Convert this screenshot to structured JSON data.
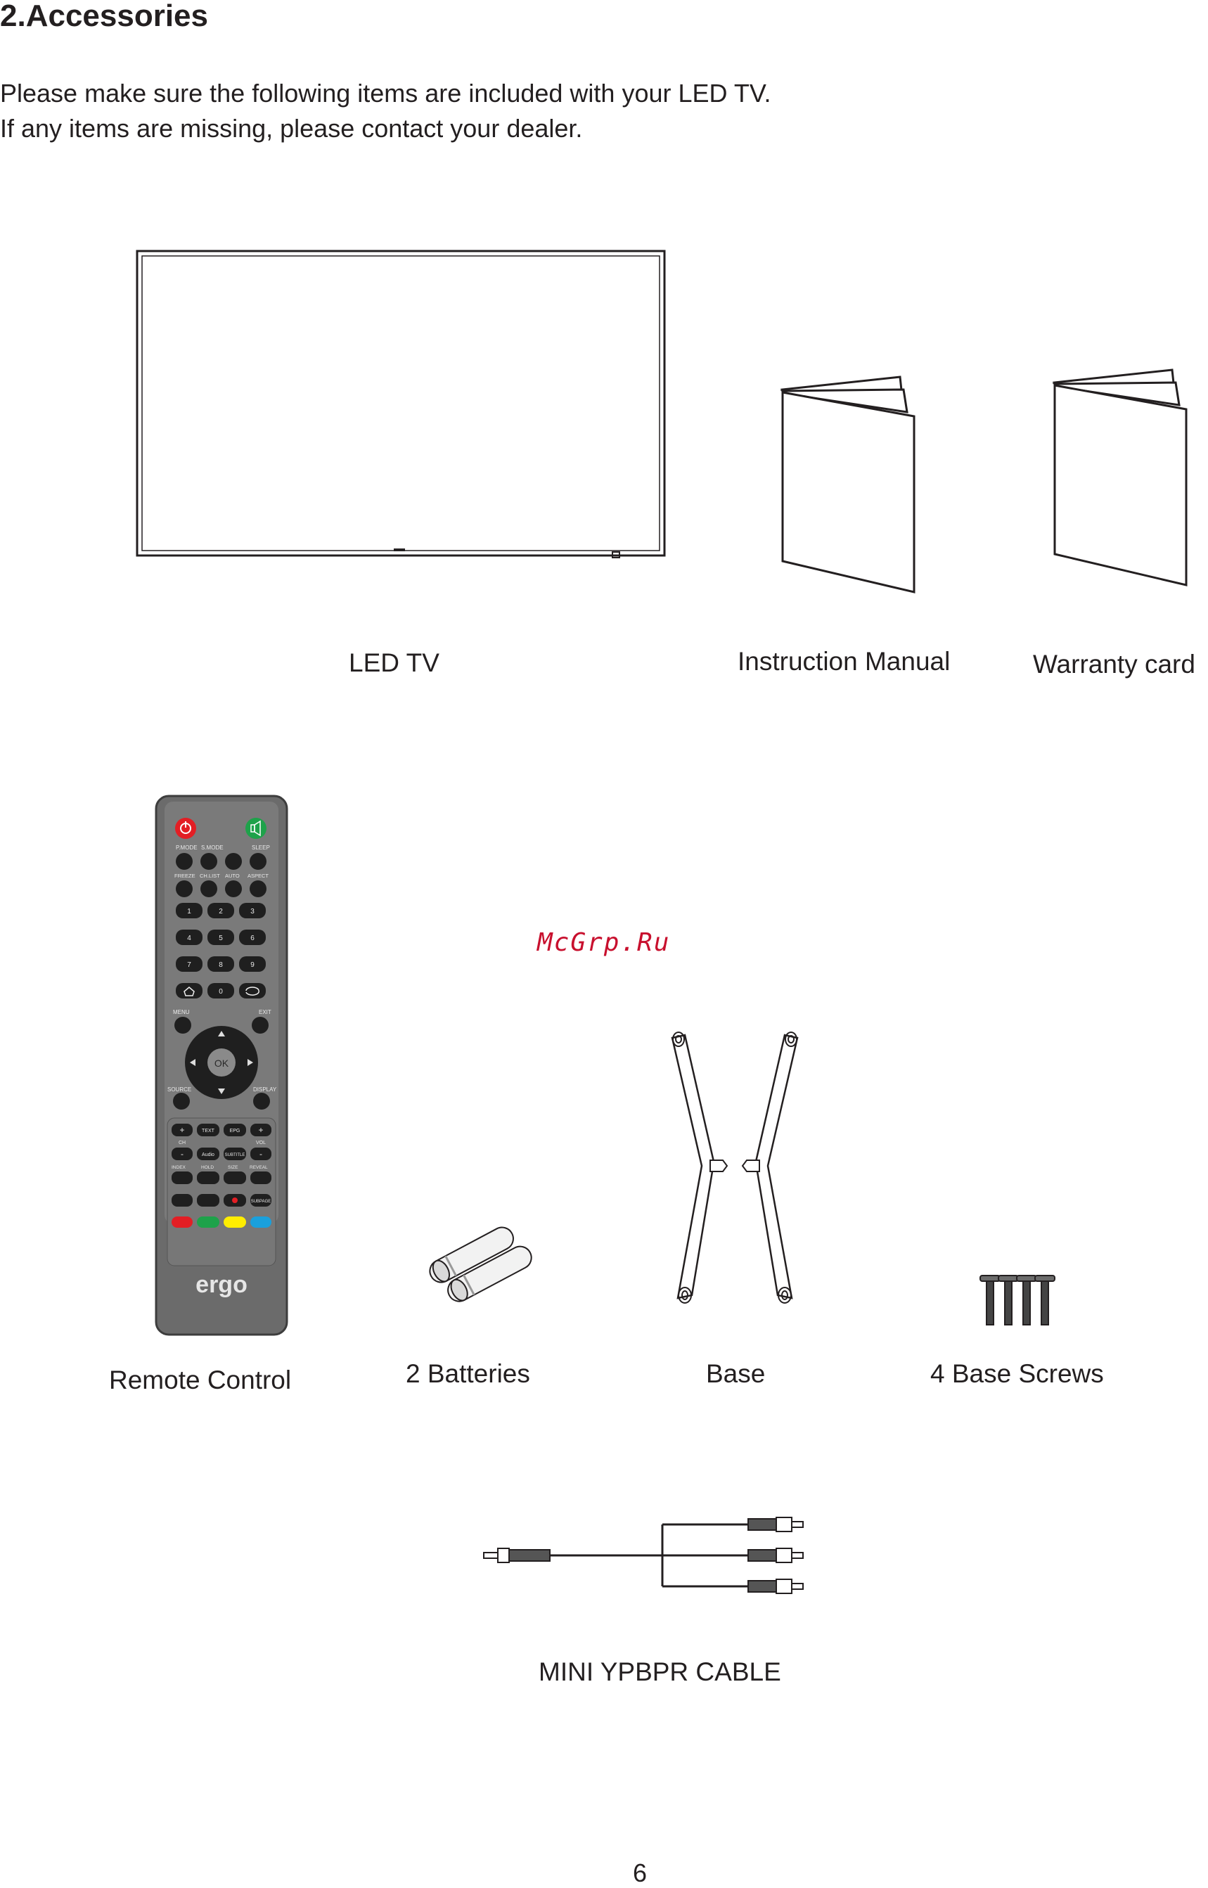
{
  "heading": "2.Accessories",
  "intro": {
    "line1": "Please make sure the following items are included with your LED TV.",
    "line2": "If any items are missing, please contact your dealer."
  },
  "items": {
    "tv": "LED TV",
    "manual": "Instruction Manual",
    "warranty": "Warranty card",
    "remote": "Remote Control",
    "batteries": "2 Batteries",
    "base": "Base",
    "screws": "4 Base Screws",
    "cable": "MINI YPBPR CABLE"
  },
  "watermark": "McGrp.Ru",
  "remote": {
    "brand": "ergo",
    "ok": "OK",
    "row_labels_1": [
      "P.MODE",
      "S.MODE",
      "SLEEP"
    ],
    "row_labels_2": [
      "FREEZE",
      "CH.LIST",
      "AUTO",
      "ASPECT"
    ],
    "digits": [
      "1",
      "2",
      "3",
      "4",
      "5",
      "6",
      "7",
      "8",
      "9",
      "0"
    ],
    "menu": "MENU",
    "exit": "EXIT",
    "source": "SOURCE",
    "display": "DISPLAY",
    "text": "TEXT",
    "epg": "EPG",
    "ch": "CH",
    "vol": "VOL",
    "audio": "Audio",
    "subtitle": "SUBTITLE",
    "row_labels_3": [
      "INDEX",
      "HOLD",
      "SIZE",
      "REVEAL"
    ],
    "subpage": "SUBPAGE"
  },
  "page_number": "6",
  "colors": {
    "text": "#231f20",
    "remote_body": "#6b6b6b",
    "power": "#e31e24",
    "mute": "#1ea24a",
    "key_red": "#e31e24",
    "key_green": "#1ea24a",
    "key_yellow": "#ffed00",
    "key_blue": "#1aa0dc",
    "watermark": "#c8102e"
  }
}
